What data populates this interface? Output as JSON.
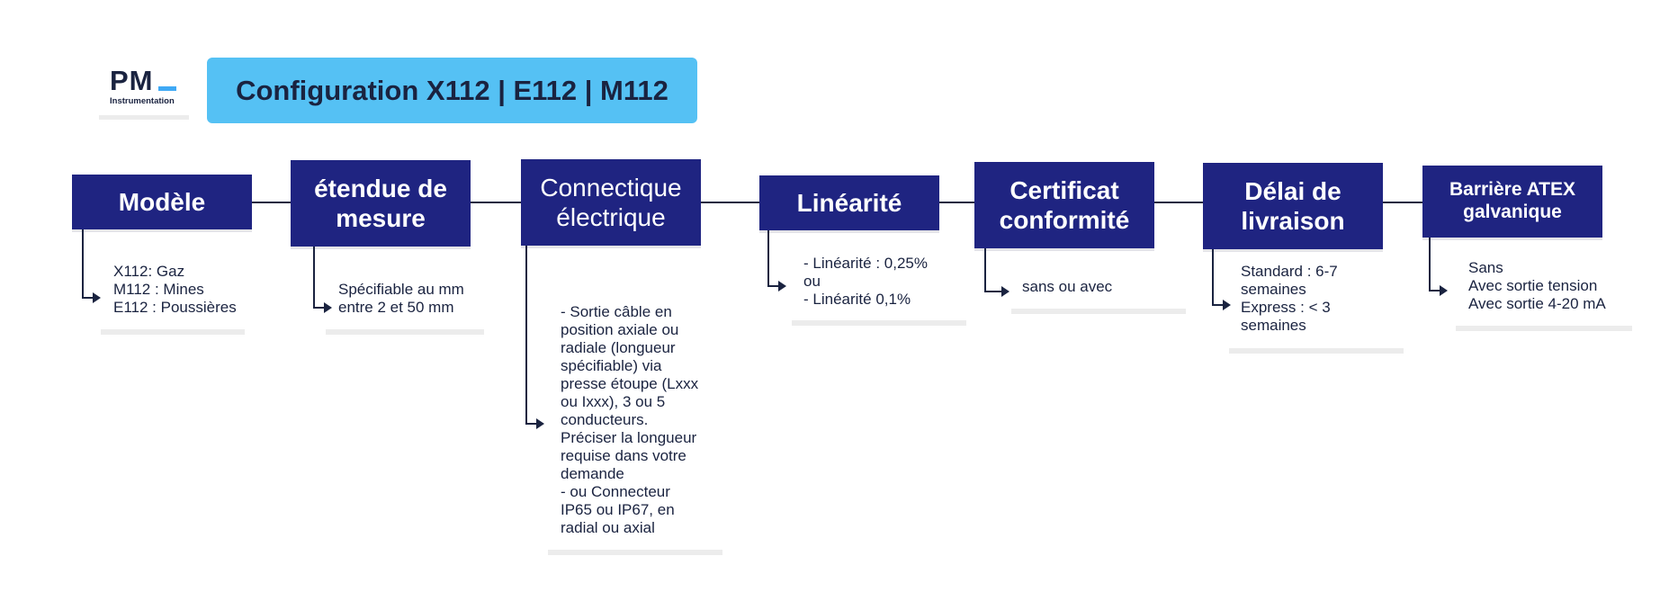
{
  "logo": {
    "text": "PM",
    "subtext": "Instrumentation"
  },
  "title": "Configuration X112 | E112 | M112",
  "steps": [
    {
      "label": "Modèle",
      "description": "X112: Gaz\nM112 : Mines\nE112 : Poussières"
    },
    {
      "label": "étendue de\nmesure",
      "description": "Spécifiable au mm\nentre 2 et 50 mm"
    },
    {
      "label": "Connectique\nélectrique",
      "description": "- Sortie câble en\nposition axiale ou\nradiale  (longueur\nspécifiable) via\npresse étoupe (Lxxx\nou Ixxx), 3 ou 5\nconducteurs.\nPréciser la longueur\nrequise dans votre\ndemande\n- ou Connecteur\nIP65 ou IP67, en\nradial ou axial"
    },
    {
      "label": "Linéarité",
      "description": "- Linéarité : 0,25%\nou\n- Linéarité 0,1%"
    },
    {
      "label": "Certificat\nconformité",
      "description": "sans ou avec"
    },
    {
      "label": "Délai de\nlivraison",
      "description": "Standard : 6-7\nsemaines\nExpress : < 3\nsemaines"
    },
    {
      "label": "Barrière ATEX\ngalvanique",
      "description": "Sans\nAvec sortie tension\nAvec sortie 4-20 mA"
    }
  ],
  "colors": {
    "box": "#1f2481",
    "title_bg": "#55c1f4",
    "text": "#1a2340",
    "accent": "#3fa9f5"
  }
}
